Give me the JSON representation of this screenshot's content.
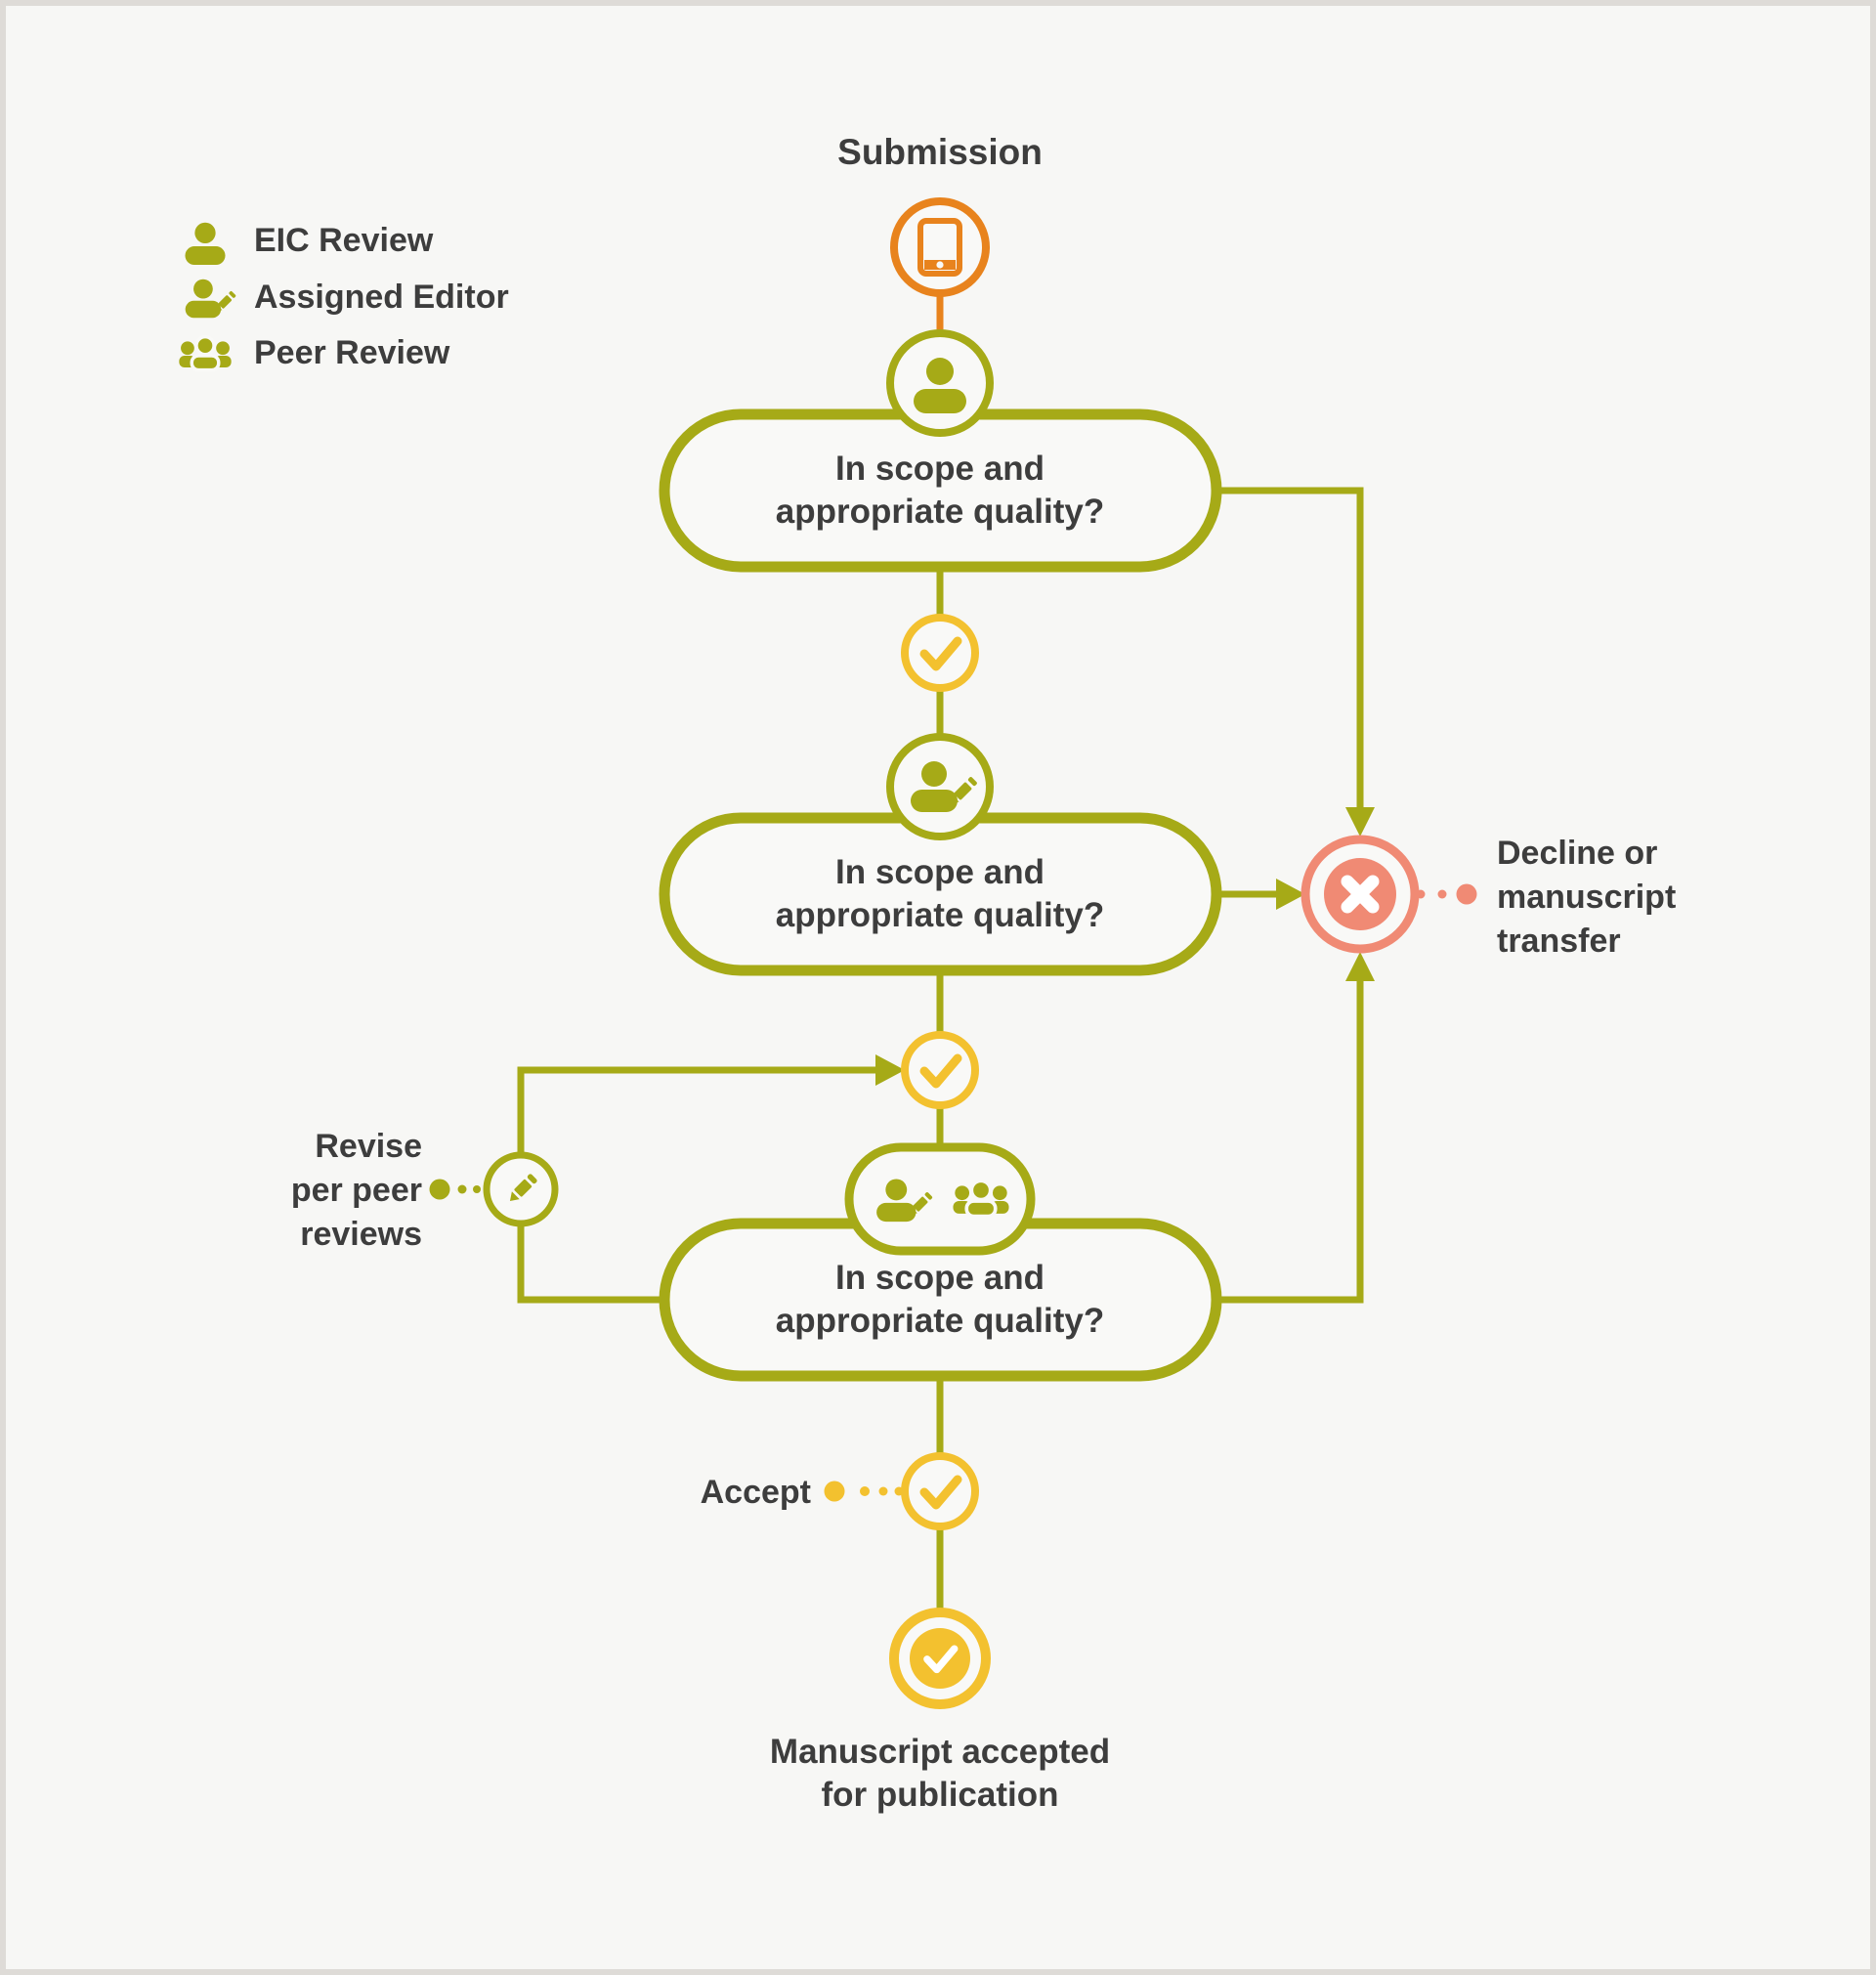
{
  "diagram": {
    "legend": [
      {
        "icon": "person-icon",
        "label": "EIC Review"
      },
      {
        "icon": "person-edit-icon",
        "label": "Assigned Editor"
      },
      {
        "icon": "people-icon",
        "label": "Peer Review"
      }
    ],
    "nodes": {
      "submission_label": "Submission",
      "decision_eic": {
        "line1": "In scope and",
        "line2": "appropriate quality?"
      },
      "decision_editor": {
        "line1": "In scope and",
        "line2": "appropriate quality?"
      },
      "decision_peer": {
        "line1": "In scope and",
        "line2": "appropriate quality?"
      },
      "decline_label": {
        "line1": "Decline or",
        "line2": "manuscript",
        "line3": "transfer"
      },
      "revise_label": {
        "line1": "Revise",
        "line2": "per peer",
        "line3": "reviews"
      },
      "accept_label": "Accept",
      "accepted_label": {
        "line1": "Manuscript accepted",
        "line2": "for publication"
      }
    },
    "colors": {
      "olive": "#a6aa17",
      "yellow": "#f3c12f",
      "orange": "#e8831d",
      "salmon": "#f08a74",
      "text": "#3d3d3d",
      "background": "#f7f7f5",
      "border": "#dedbd7"
    }
  }
}
